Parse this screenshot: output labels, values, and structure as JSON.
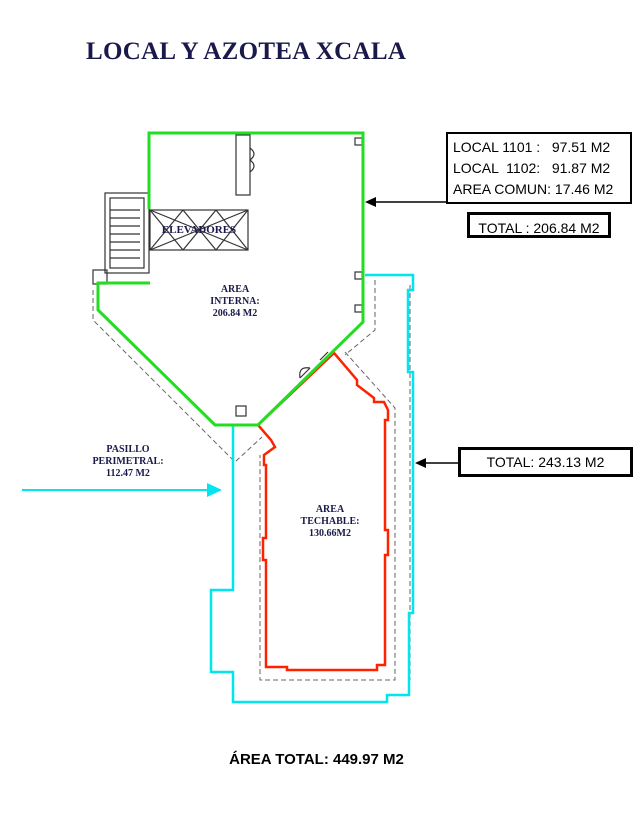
{
  "title": "LOCAL Y AZOTEA XCALA",
  "legend": {
    "rows": [
      "LOCAL 1101 :   97.51 M2",
      "LOCAL  1102:   91.87 M2",
      "AREA COMUN: 17.46 M2"
    ]
  },
  "total_interna": "TOTAL : 206.84 M2",
  "total_exterior": "TOTAL: 243.13 M2",
  "labels": {
    "elevadores": "ELEVADORES",
    "area_interna": [
      "AREA",
      "INTERNA:",
      "206.84 M2"
    ],
    "area_techable": [
      "AREA",
      "TECHABLE:",
      "130.66M2"
    ],
    "pasillo": [
      "PASILLO",
      "PERIMETRAL:",
      "112.47 M2"
    ]
  },
  "area_total": "ÁREA TOTAL: 449.97 M2",
  "colors": {
    "interna": "#22dd22",
    "techable": "#ff2200",
    "pasillo": "#00e5ee",
    "text": "#1a1a4a"
  }
}
